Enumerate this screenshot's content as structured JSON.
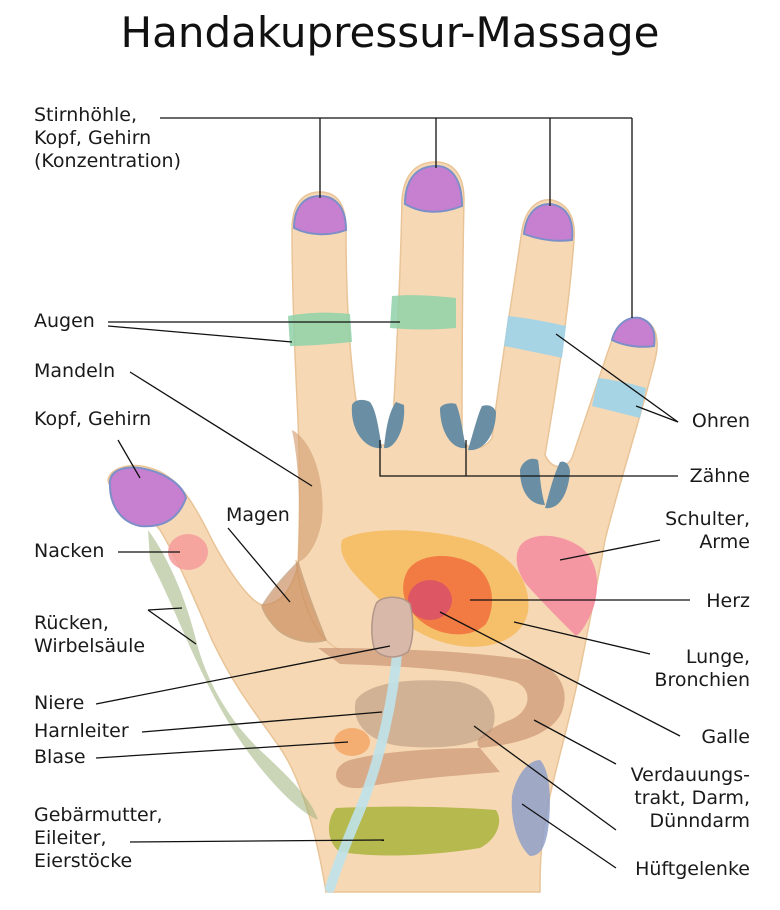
{
  "title": "Handakupressur-Massage",
  "labels": {
    "stirnhoehle": "Stirnhöhle,\nKopf, Gehirn\n(Konzentration)",
    "augen": "Augen",
    "mandeln": "Mandeln",
    "kopf_gehirn": "Kopf, Gehirn",
    "magen": "Magen",
    "nacken": "Nacken",
    "ruecken": "Rücken,\nWirbelsäule",
    "niere": "Niere",
    "harnleiter": "Harnleiter",
    "blase": "Blase",
    "gebaermutter": "Gebärmutter,\nEileiter,\nEierstöcke",
    "ohren": "Ohren",
    "zaehne": "Zähne",
    "schulter": "Schulter,\nArme",
    "herz": "Herz",
    "lunge": "Lunge,\nBronchien",
    "galle": "Galle",
    "verdauung": "Verdauungs-\ntrakt, Darm,\nDünndarm",
    "hueft": "Hüftgelenke"
  },
  "colors": {
    "skin": "#f6d9b4",
    "skin_shade": "#eec79a",
    "sinus": "#c77fd0",
    "eyes": "#8fd1a8",
    "ears": "#9fd3ea",
    "teeth": "#6a8ea4",
    "heart": "#f06a3a",
    "lung": "#f7b44a",
    "gall": "#d9506a",
    "shoulder": "#f58aa0",
    "stomach": "#c78a5a",
    "intestine": "#c78a6a",
    "kidney": "#d8b8a8",
    "ureter": "#bfe2ea",
    "bladder": "#f4a86a",
    "uterus": "#a9b33c",
    "hip": "#8f9fc8",
    "spine": "#9fb07a",
    "neck": "#f59a9a",
    "line": "#111111"
  }
}
